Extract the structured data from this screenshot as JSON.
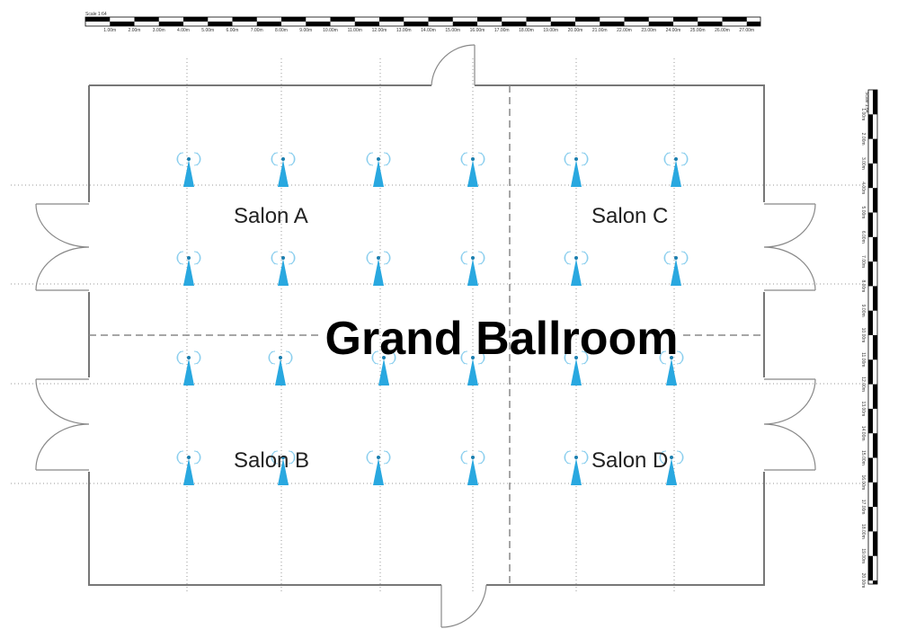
{
  "floor_plan": {
    "title": "Grand Ballroom",
    "rooms": [
      "Salon A",
      "Salon B",
      "Salon C",
      "Salon D"
    ],
    "access_point_rows": 4,
    "access_point_columns": 6,
    "access_point_color": "#29a8e0",
    "access_point_icon": "wifi-antenna-icon"
  },
  "scale_horizontal": {
    "label": "Scale 1:64",
    "ticks": [
      "1.00m",
      "2.00m",
      "3.00m",
      "4.00m",
      "5.00m",
      "6.00m",
      "7.00m",
      "8.00m",
      "9.00m",
      "10.00m",
      "11.00m",
      "12.00m",
      "13.00m",
      "14.00m",
      "15.00m",
      "16.00m",
      "17.00m",
      "18.00m",
      "19.00m",
      "20.00m",
      "21.00m",
      "22.00m",
      "23.00m",
      "24.00m",
      "25.00m",
      "26.00m",
      "27.00m"
    ]
  },
  "scale_vertical": {
    "label": "Scale 1:64",
    "ticks": [
      "1.00m",
      "2.00m",
      "3.00m",
      "4.00m",
      "5.00m",
      "6.00m",
      "7.00m",
      "8.00m",
      "9.00m",
      "10.00m",
      "11.00m",
      "12.00m",
      "13.00m",
      "14.00m",
      "15.00m",
      "16.00m",
      "17.00m",
      "18.00m",
      "19.00m",
      "20.00m"
    ]
  }
}
